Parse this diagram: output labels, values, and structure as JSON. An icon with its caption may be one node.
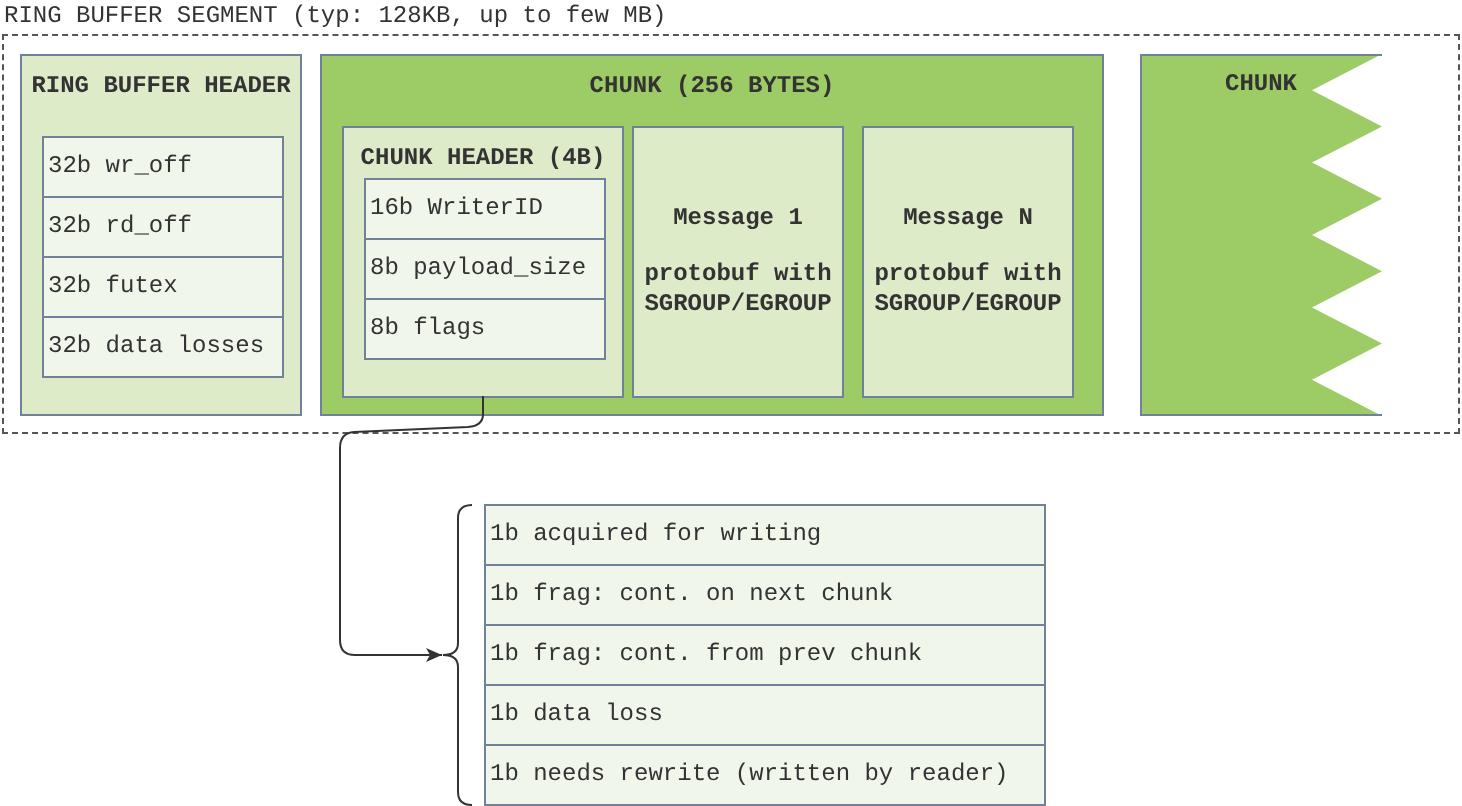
{
  "diagram": {
    "nodes": [
      {
        "text": [
          "RING BUFFER SEGMENT (typ: 128KB, up to few MB)"
        ]
      },
      {
        "text": [
          "RING BUFFER HEADER"
        ],
        "in": 0
      },
      {
        "text": [
          "32b wr_off"
        ],
        "in": 1
      },
      {
        "text": [
          "32b rd_off"
        ],
        "in": 1
      },
      {
        "text": [
          "32b futex"
        ],
        "in": 1
      },
      {
        "text": [
          "32b data losses"
        ],
        "in": 1
      },
      {
        "text": [
          "CHUNK (256 BYTES)"
        ],
        "in": 0
      },
      {
        "text": [
          "CHUNK HEADER (4B)"
        ],
        "in": 6
      },
      {
        "text": [
          "16b WriterID"
        ],
        "in": 7
      },
      {
        "text": [
          "8b payload_size"
        ],
        "in": 7
      },
      {
        "text": [
          "8b flags"
        ],
        "in": 7
      },
      {
        "text": [
          "Message 1",
          "protobuf with SGROUP/EGROUP"
        ],
        "in": 6
      },
      {
        "text": [
          "Message N",
          "protobuf with SGROUP/EGROUP"
        ],
        "in": 6
      },
      {
        "text": [
          "CHUNK"
        ],
        "in": 0
      },
      {
        "text": [],
        "shape": "brace"
      },
      {
        "text": [
          "1b acquired for writing"
        ]
      },
      {
        "text": [
          "1b frag: cont. on next chunk"
        ]
      },
      {
        "text": [
          "1b frag: cont. from prev chunk"
        ]
      },
      {
        "text": [
          "1b data loss"
        ]
      },
      {
        "text": [
          "1b needs rewrite (written by reader)"
        ]
      }
    ],
    "edges": [
      {
        "from": 7,
        "to": 14,
        "arrow": "to"
      }
    ]
  }
}
